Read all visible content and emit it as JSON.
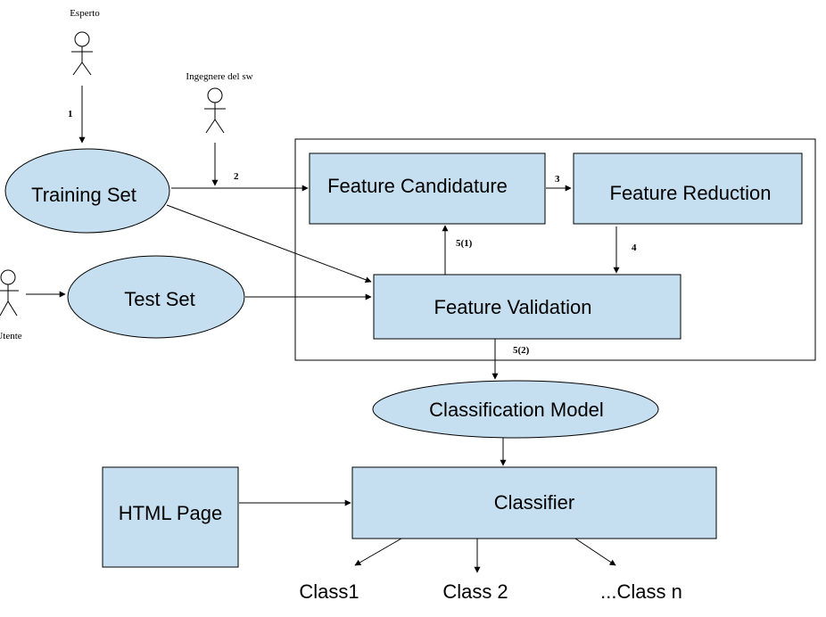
{
  "actors": {
    "esperto": "Esperto",
    "ingegnere": "Ingegnere del sw",
    "utente": "Utente"
  },
  "nodes": {
    "training_set": "Training Set",
    "test_set": "Test Set",
    "feature_candidature": "Feature Candidature",
    "feature_reduction": "Feature Reduction",
    "feature_validation": "Feature Validation",
    "classification_model": "Classification Model",
    "html_page": "HTML Page",
    "classifier": "Classifier"
  },
  "steps": {
    "s1": "1",
    "s2": "2",
    "s3": "3",
    "s4": "4",
    "s5_1": "5(1)",
    "s5_2": "5(2)"
  },
  "outputs": {
    "class1": "Class1",
    "class2": "Class 2",
    "classn": "...Class n"
  },
  "colors": {
    "node_fill": "#c6dff0",
    "stroke": "#000000"
  }
}
